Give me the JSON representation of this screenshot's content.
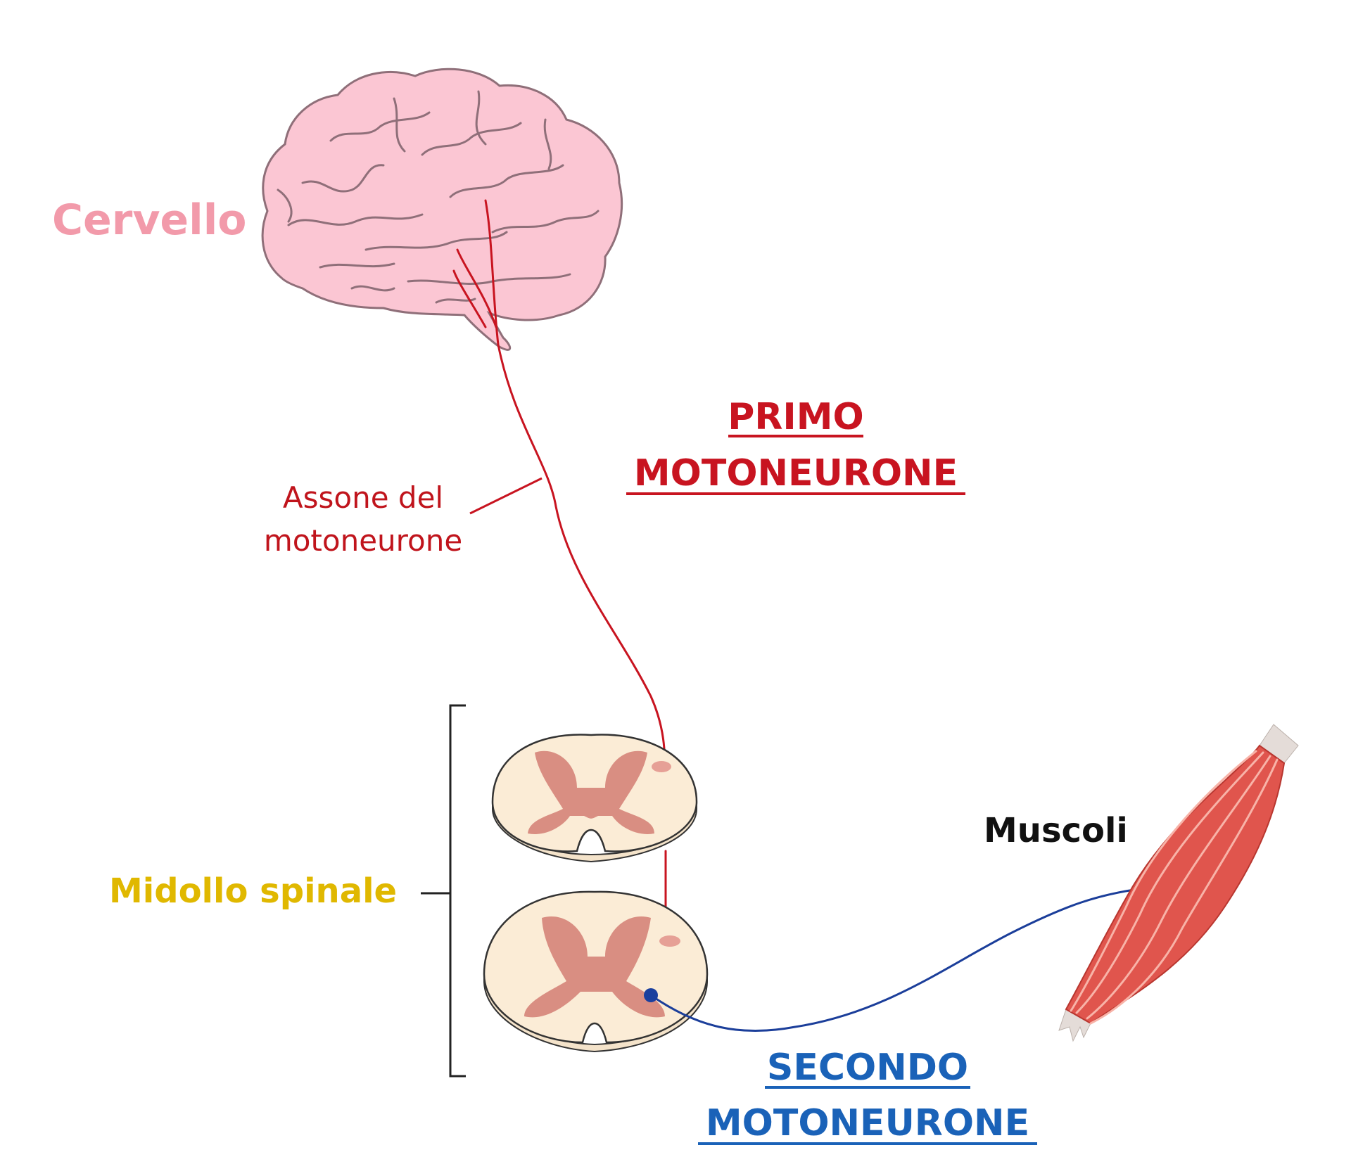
{
  "labels": {
    "brain": "Cervello",
    "axon_line1": "Assone del",
    "axon_line2": "motoneurone",
    "first_neuron_line1": "PRIMO",
    "first_neuron_line2": "MOTONEURONE",
    "spinal_cord": "Midollo spinale",
    "muscles": "Muscoli",
    "second_neuron_line1": "SECONDO",
    "second_neuron_line2": "MOTONEURONE"
  },
  "colors": {
    "brain_label": "#f29aaa",
    "brain_fill": "#fbc6d3",
    "brain_stroke": "#8f6f79",
    "first_neuron": "#c81420",
    "axon_label": "#c0141c",
    "spinal_label": "#e0b800",
    "second_neuron": "#1a62b8",
    "nerve_line": "#1b3e9a",
    "cord_white_matter": "#fbecd6",
    "cord_gray_matter": "#d98e82",
    "muscle_fill": "#e0554d",
    "muscle_stripes": "#f8b3a8",
    "tendon": "#e4dcd8"
  }
}
